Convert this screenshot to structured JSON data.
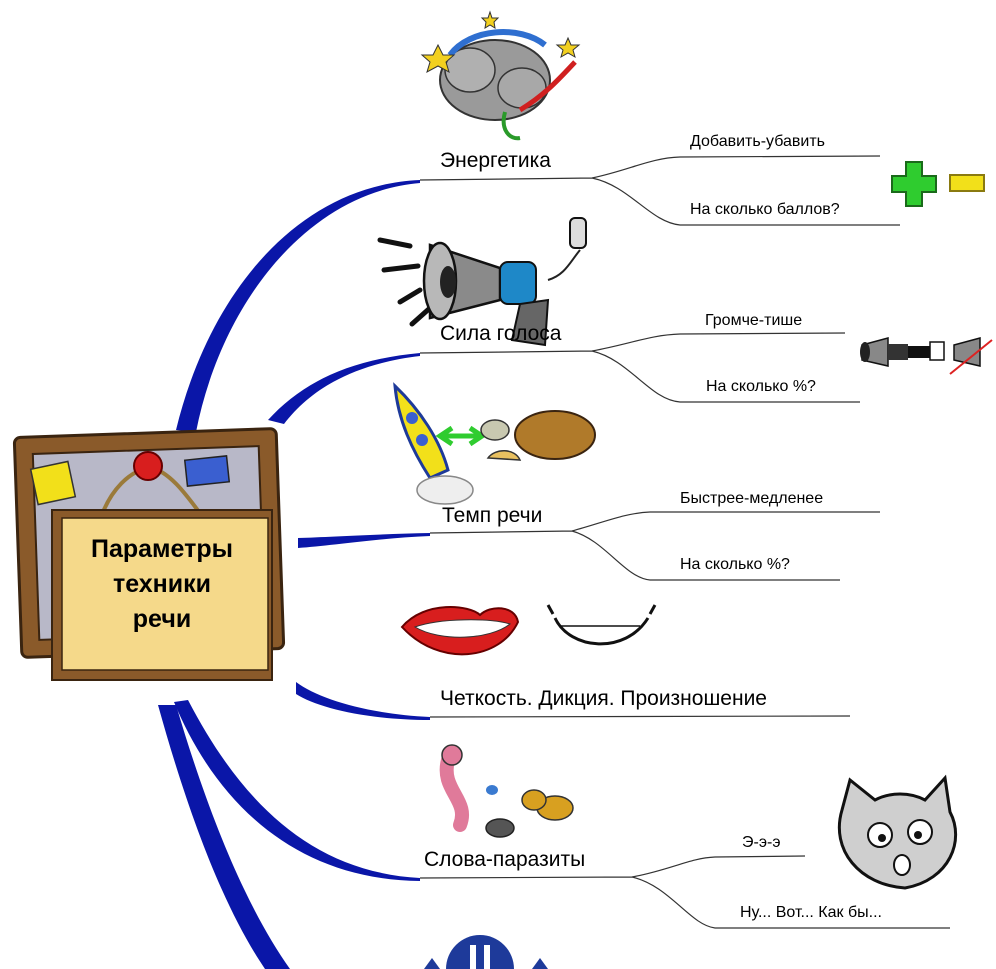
{
  "central": {
    "lines": [
      "Параметры",
      "техники",
      "речи"
    ]
  },
  "branches": [
    {
      "label": "Энергетика",
      "children": [
        "Добавить-убавить",
        "На сколько баллов?"
      ]
    },
    {
      "label": "Сила голоса",
      "children": [
        "Громче-тише",
        "На сколько %?"
      ]
    },
    {
      "label": "Темп речи",
      "children": [
        "Быстрее-медленее",
        "На сколько %?"
      ]
    },
    {
      "label": "Четкость. Дикция. Произношение",
      "children": []
    },
    {
      "label": "Слова-паразиты",
      "children": [
        "Э-э-э",
        "Ну... Вот... Как бы..."
      ]
    }
  ],
  "colors": {
    "trunk": "#0a16a8",
    "line": "#333333",
    "board_frame": "#8a5a2a",
    "board_cork": "#b8b8c8",
    "note_paper": "#f5d98a",
    "plus": "#2fcc2f",
    "minus": "#f2e01a"
  },
  "icons": {
    "energy": "explosion-cloud-icon",
    "voice": "megaphone-icon",
    "volume": "megaphone-volume-icon",
    "tempo": "rocket-turtle-icon",
    "diction": "lips-smile-icon",
    "fillers": "worm-bugs-icon",
    "cat": "cat-face-icon",
    "plus": "plus-icon",
    "minus": "minus-icon",
    "bottom": "blue-ball-icon"
  }
}
